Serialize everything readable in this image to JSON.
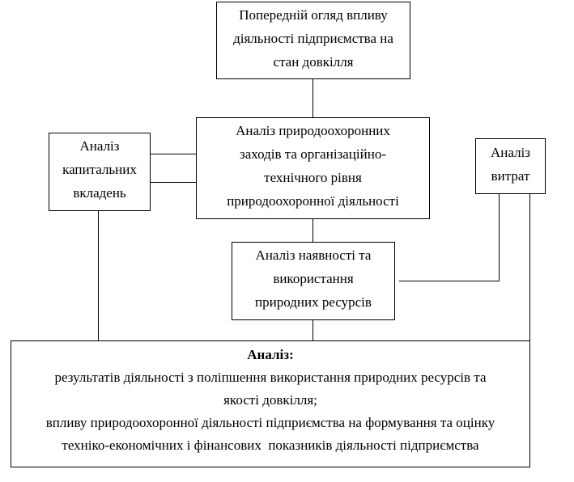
{
  "diagram": {
    "nodes": {
      "preliminary_review": {
        "lines": [
          "Попередній огляд впливу",
          "діяльності підприємства на",
          "стан довкілля"
        ]
      },
      "env_measures": {
        "lines": [
          "Аналіз природоохоронних",
          "заходів та організаційно-",
          "технічного рівня",
          "природоохоронної діяльності"
        ]
      },
      "capital_investment": {
        "lines": [
          "Аналіз",
          "капитальних",
          "вкладень"
        ]
      },
      "costs": {
        "lines": [
          "Аналіз",
          "витрат"
        ]
      },
      "natural_resources": {
        "lines": [
          "Аналіз наявності та",
          "використання",
          "природних ресурсів"
        ]
      },
      "final_analysis": {
        "heading": "Аналіз:",
        "lines": [
          "результатів діяльності з поліпшення використання природних ресурсів та",
          "якості довкілля;",
          "впливу природоохоронної діяльності підприємства на формування та оцінку",
          "техніко-економічних і фінансових  показників діяльності підприємства"
        ]
      }
    },
    "edges": [
      {
        "from": "preliminary_review",
        "to": "env_measures"
      },
      {
        "from": "capital_investment",
        "to": "env_measures"
      },
      {
        "from": "capital_investment",
        "to": "env_measures"
      },
      {
        "from": "env_measures",
        "to": "natural_resources"
      },
      {
        "from": "costs",
        "to": "natural_resources"
      },
      {
        "from": "capital_investment",
        "to": "final_analysis"
      },
      {
        "from": "natural_resources",
        "to": "final_analysis"
      },
      {
        "from": "costs",
        "to": "final_analysis"
      }
    ]
  }
}
